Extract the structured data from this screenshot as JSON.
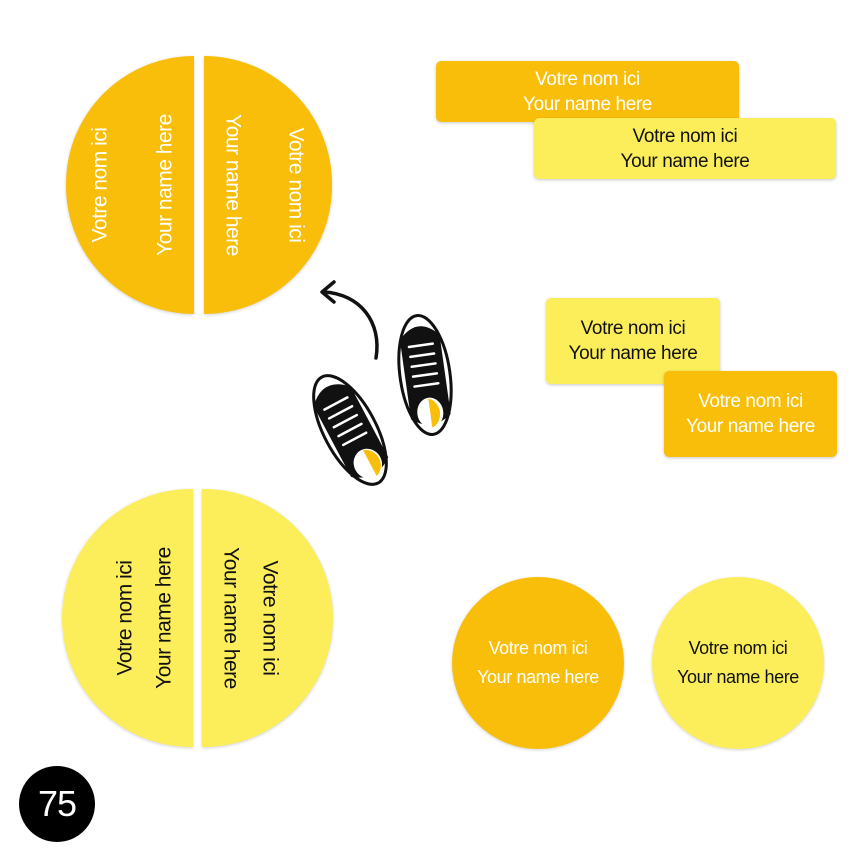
{
  "colors": {
    "orange": "#F9BE0A",
    "yellow": "#FBEE5A",
    "text_dark": "#111111",
    "text_light": "#ffffff"
  },
  "labels": {
    "fr": "Votre nom ici",
    "en": "Your name here"
  },
  "badge": {
    "number": "75"
  },
  "icons": {
    "shoes": "sneakers-icon",
    "arrow": "curved-arrow-icon"
  }
}
